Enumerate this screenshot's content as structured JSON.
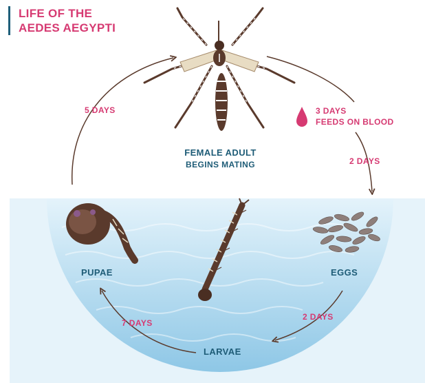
{
  "title": {
    "line1": "LIFE OF THE",
    "line2": "AEDES AEGYPTI"
  },
  "stages": {
    "adult_line1": "FEMALE ADULT",
    "adult_line2": "BEGINS MATING",
    "pupae": "PUPAE",
    "eggs": "EGGS",
    "larvae": "LARVAE"
  },
  "durations": {
    "pupae_to_adult": "5 DAYS",
    "feeds_days": "3 DAYS",
    "feeds_text": "FEEDS ON BLOOD",
    "blood_to_eggs": "2 DAYS",
    "eggs_to_larvae": "2 DAYS",
    "larvae_to_pupae": "7 DAYS"
  },
  "colors": {
    "accent": "#d63a72",
    "teal": "#1e5c77",
    "water": "#bfe0f0",
    "insect": "#5a3a2c"
  },
  "icons": [
    "blood-drop-icon",
    "mosquito-icon",
    "pupa-icon",
    "larva-icon",
    "eggs-icon"
  ]
}
